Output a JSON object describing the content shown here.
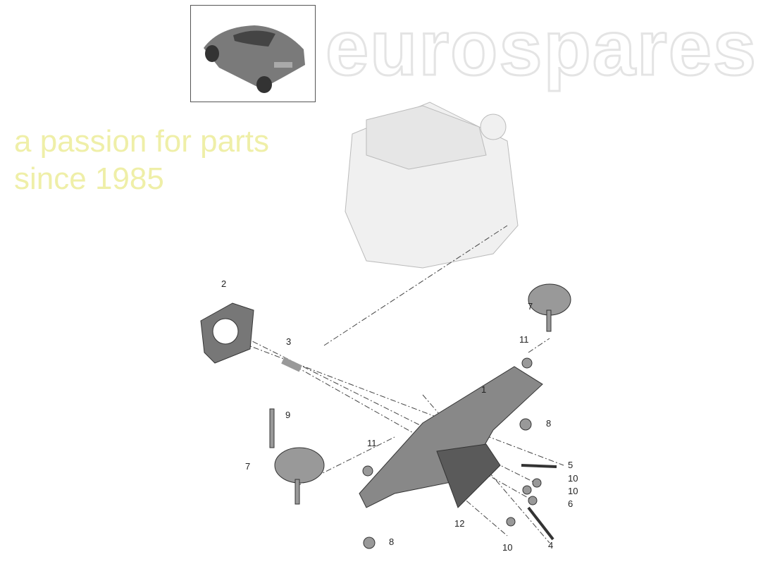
{
  "watermark": {
    "brand": "eurospares",
    "tagline": "a passion for parts since 1985"
  },
  "callouts": [
    "1",
    "2",
    "3",
    "7",
    "11",
    "8",
    "9",
    "7",
    "11",
    "5",
    "10",
    "10",
    "6",
    "12",
    "10",
    "4",
    "8"
  ],
  "colors": {
    "line": "#333333",
    "part": "#8a8a8a",
    "watermark_text": "#efefa8"
  }
}
